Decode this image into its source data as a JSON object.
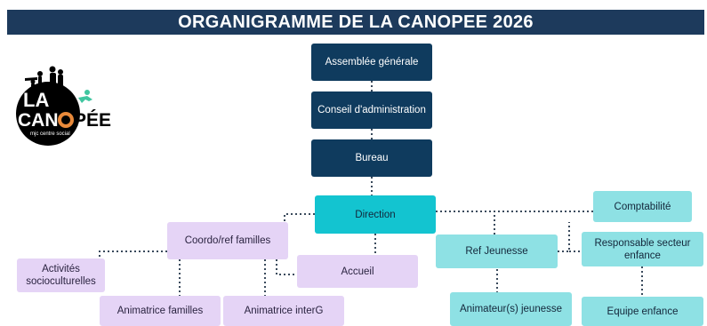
{
  "title": "ORGANIGRAMME DE LA CANOPEE 2026",
  "logo": {
    "line1": "LA",
    "line2a": "CAN",
    "line2b": "PÉE",
    "tagline": "mjc centre social"
  },
  "nodes": {
    "assemblee": "Assemblée générale",
    "conseil": "Conseil d'administration",
    "bureau": "Bureau",
    "direction": "Direction",
    "comptabilite": "Comptabilité",
    "coordo": "Coordo/ref familles",
    "activites": "Activités socioculturelles",
    "accueil": "Accueil",
    "animatrice_familles": "Animatrice familles",
    "animatrice_interg": "Animatrice interG",
    "ref_jeunesse": "Ref Jeunesse",
    "animateurs_jeunesse": "Animateur(s) jeunesse",
    "responsable_enfance": "Responsable secteur enfance",
    "equipe_enfance": "Equipe enfance"
  },
  "colors": {
    "banner": "#1d3a5c",
    "governance": "#0f3b5e",
    "direction": "#13c4d0",
    "staff_teal": "#8ee1e4",
    "staff_lavender": "#e5d4f6"
  }
}
